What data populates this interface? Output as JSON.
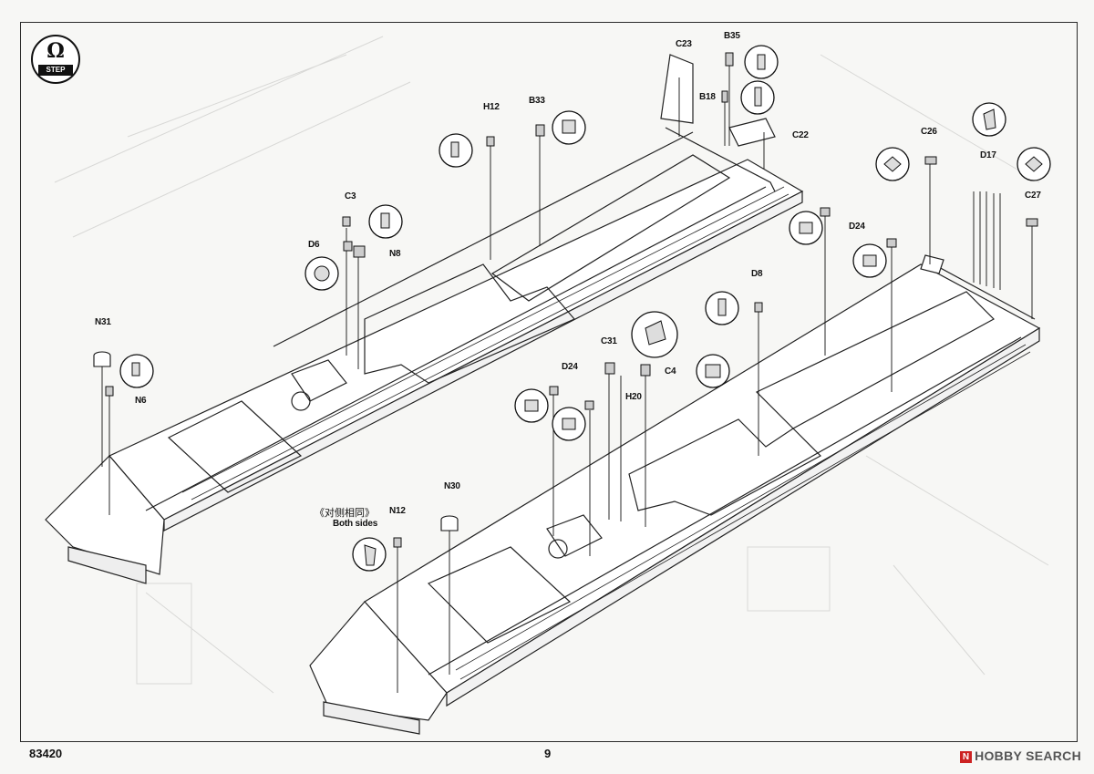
{
  "step": {
    "number": "Ω",
    "word": "STEP"
  },
  "labels": {
    "c23": "C23",
    "b35": "B35",
    "b18": "B18",
    "b33": "B33",
    "h12": "H12",
    "c22": "C22",
    "c3": "C3",
    "d6": "D6",
    "n8": "N8",
    "n31": "N31",
    "n6": "N6",
    "c26": "C26",
    "d17": "D17",
    "c27": "C27",
    "d24_right": "D24",
    "d8": "D8",
    "c31": "C31",
    "c4": "C4",
    "h20": "H20",
    "d24_left": "D24",
    "n12": "N12",
    "n30": "N30"
  },
  "both_sides_cn": "《对侧相同》",
  "both_sides_en": "Both sides",
  "footer": {
    "code": "83420",
    "page": "9"
  },
  "watermark": {
    "mark": "N",
    "text": "HOBBY SEARCH"
  }
}
